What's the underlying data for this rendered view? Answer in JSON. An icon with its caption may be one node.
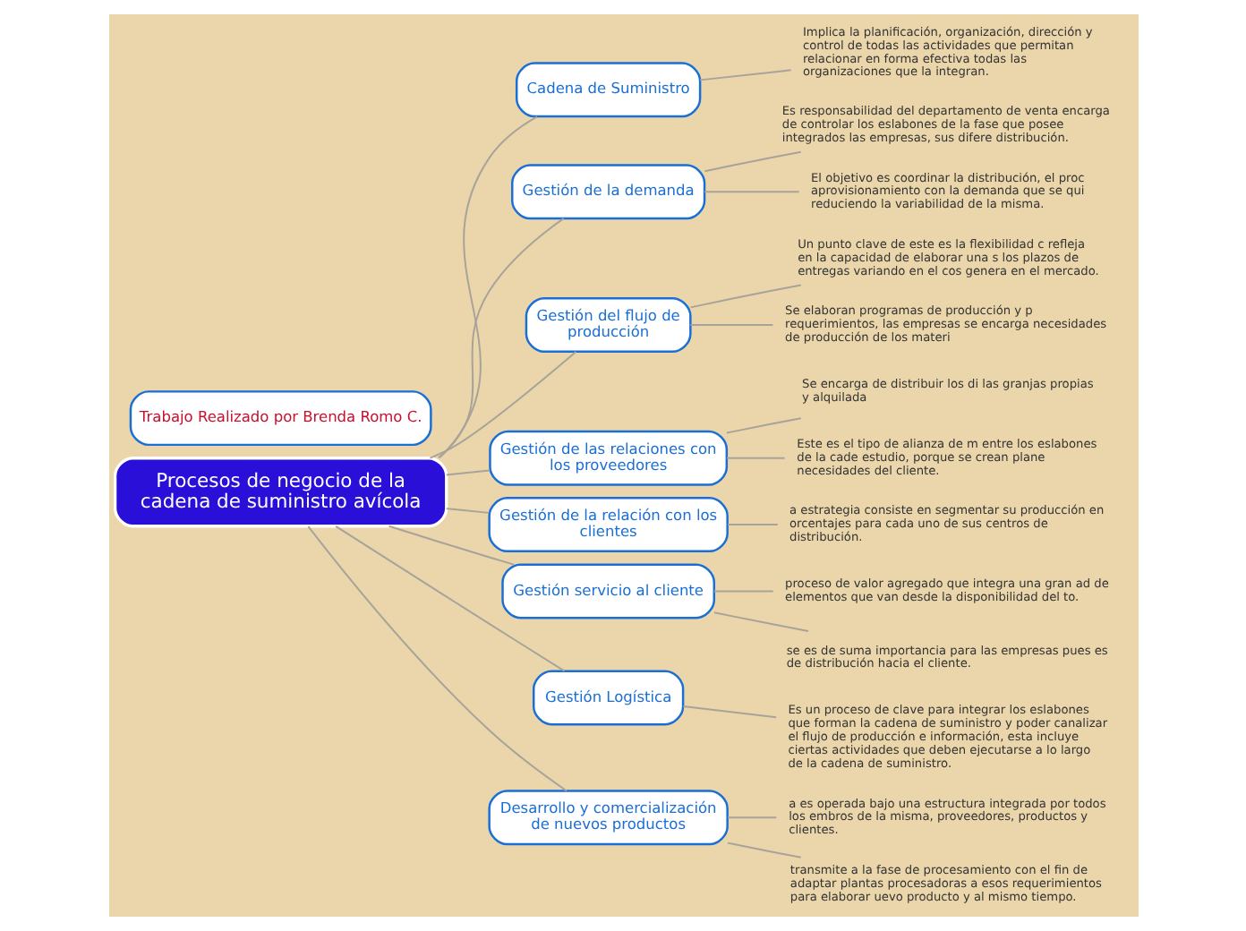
{
  "diagram": {
    "nodes": [
      {
        "text": [
          "Procesos de negocio de la cadena de suministro avícola"
        ]
      },
      {
        "text": [
          "Trabajo Realizado por Brenda Romo C."
        ]
      },
      {
        "text": [
          "Cadena de Suministro"
        ]
      },
      {
        "text": [
          "Implica la planificación, organización, dirección y control de todas las actividades que permitan relacionar en forma efectiva todas las organizaciones que la integran."
        ]
      },
      {
        "text": [
          "Gestión de la demanda"
        ]
      },
      {
        "text": [
          "Es responsabilidad del departamento de venta encarga de controlar los eslabones de la fase que posee integrados las empresas, sus difere distribución."
        ]
      },
      {
        "text": [
          "El objetivo es coordinar la distribución, el proc aprovisionamiento con la demanda que se qui reduciendo la variabilidad de la misma."
        ]
      },
      {
        "text": [
          "Gestión del flujo de producción"
        ]
      },
      {
        "text": [
          "Un punto clave de este es la flexibilidad c refleja en la capacidad de elaborar una s los plazos de entregas variando en el cos genera en el mercado."
        ]
      },
      {
        "text": [
          "Se elaboran programas de producción y p requerimientos, las empresas se encarga necesidades de producción de los materi"
        ]
      },
      {
        "text": [
          "Gestión de las relaciones con los proveedores"
        ]
      },
      {
        "text": [
          "Se encarga de distribuir los di las granjas propias y alquilada"
        ]
      },
      {
        "text": [
          "Este es el tipo de alianza de m entre los eslabones de la cade estudio, porque se crean plane necesidades del cliente."
        ]
      },
      {
        "text": [
          "Gestión de la relación con los clientes"
        ]
      },
      {
        "text": [
          "a estrategia consiste en segmentar su producción en orcentajes para cada uno de sus centros de distribución."
        ]
      },
      {
        "text": [
          "Gestión servicio al cliente"
        ]
      },
      {
        "text": [
          "proceso de valor agregado que integra una gran ad de elementos que van desde la disponibilidad del to."
        ]
      },
      {
        "text": [
          "se es de suma importancia para las empresas pues es de distribución hacia el cliente."
        ]
      },
      {
        "text": [
          "Gestión Logística"
        ]
      },
      {
        "text": [
          "Es un proceso de clave para integrar los eslabones que forman la cadena de suministro y poder canalizar el flujo de producción e información, esta incluye ciertas actividades que deben ejecutarse a lo largo de la cadena de suministro."
        ]
      },
      {
        "text": [
          "Desarrollo y comercialización de nuevos productos"
        ]
      },
      {
        "text": [
          "a es operada bajo una estructura integrada por todos los embros de la misma, proveedores, productos y clientes."
        ]
      },
      {
        "text": [
          "transmite a la fase de procesamiento con el fin de adaptar plantas procesadoras a esos requerimientos para elaborar uevo producto y al mismo tiempo."
        ]
      }
    ],
    "edges": [
      {
        "from": 0,
        "to": 2,
        "arrow": "none"
      },
      {
        "from": 2,
        "to": 3,
        "arrow": "none"
      },
      {
        "from": 0,
        "to": 4,
        "arrow": "none"
      },
      {
        "from": 4,
        "to": 5,
        "arrow": "none"
      },
      {
        "from": 4,
        "to": 6,
        "arrow": "none"
      },
      {
        "from": 0,
        "to": 7,
        "arrow": "none"
      },
      {
        "from": 7,
        "to": 8,
        "arrow": "none"
      },
      {
        "from": 7,
        "to": 9,
        "arrow": "none"
      },
      {
        "from": 0,
        "to": 10,
        "arrow": "none"
      },
      {
        "from": 10,
        "to": 11,
        "arrow": "none"
      },
      {
        "from": 10,
        "to": 12,
        "arrow": "none"
      },
      {
        "from": 0,
        "to": 13,
        "arrow": "none"
      },
      {
        "from": 13,
        "to": 14,
        "arrow": "none"
      },
      {
        "from": 0,
        "to": 15,
        "arrow": "none"
      },
      {
        "from": 15,
        "to": 16,
        "arrow": "none"
      },
      {
        "from": 15,
        "to": 17,
        "arrow": "none"
      },
      {
        "from": 0,
        "to": 18,
        "arrow": "none"
      },
      {
        "from": 18,
        "to": 19,
        "arrow": "none"
      },
      {
        "from": 0,
        "to": 20,
        "arrow": "none"
      },
      {
        "from": 20,
        "to": 21,
        "arrow": "none"
      },
      {
        "from": 20,
        "to": 22,
        "arrow": "none"
      }
    ]
  }
}
